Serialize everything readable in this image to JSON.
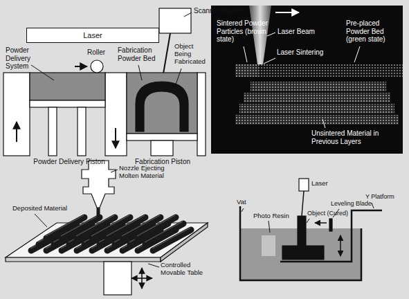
{
  "diagram": {
    "nodes": [
      {
        "text": [
          "Laser"
        ]
      }
    ],
    "labels": [
      "Scanner System",
      "Powder Delivery System",
      "Roller",
      "Fabrication Powder Bed",
      "Object Being Fabricated",
      "Powder Delivery Piston",
      "Fabrication Piston",
      "Sintered Powder Particles (brown state)",
      "Laser Beam",
      "Pre-placed Powder Bed (green state)",
      "Laser Sintering",
      "Unsintered Material in Previous Layers",
      "Nozzle Ejecting Molten Material",
      "Deposited Material",
      "Controlled Movable Table",
      "Laser",
      "Vat",
      "Photo Resin",
      "Object (Cured)",
      "Leveling Blade",
      "Y Platform"
    ]
  }
}
